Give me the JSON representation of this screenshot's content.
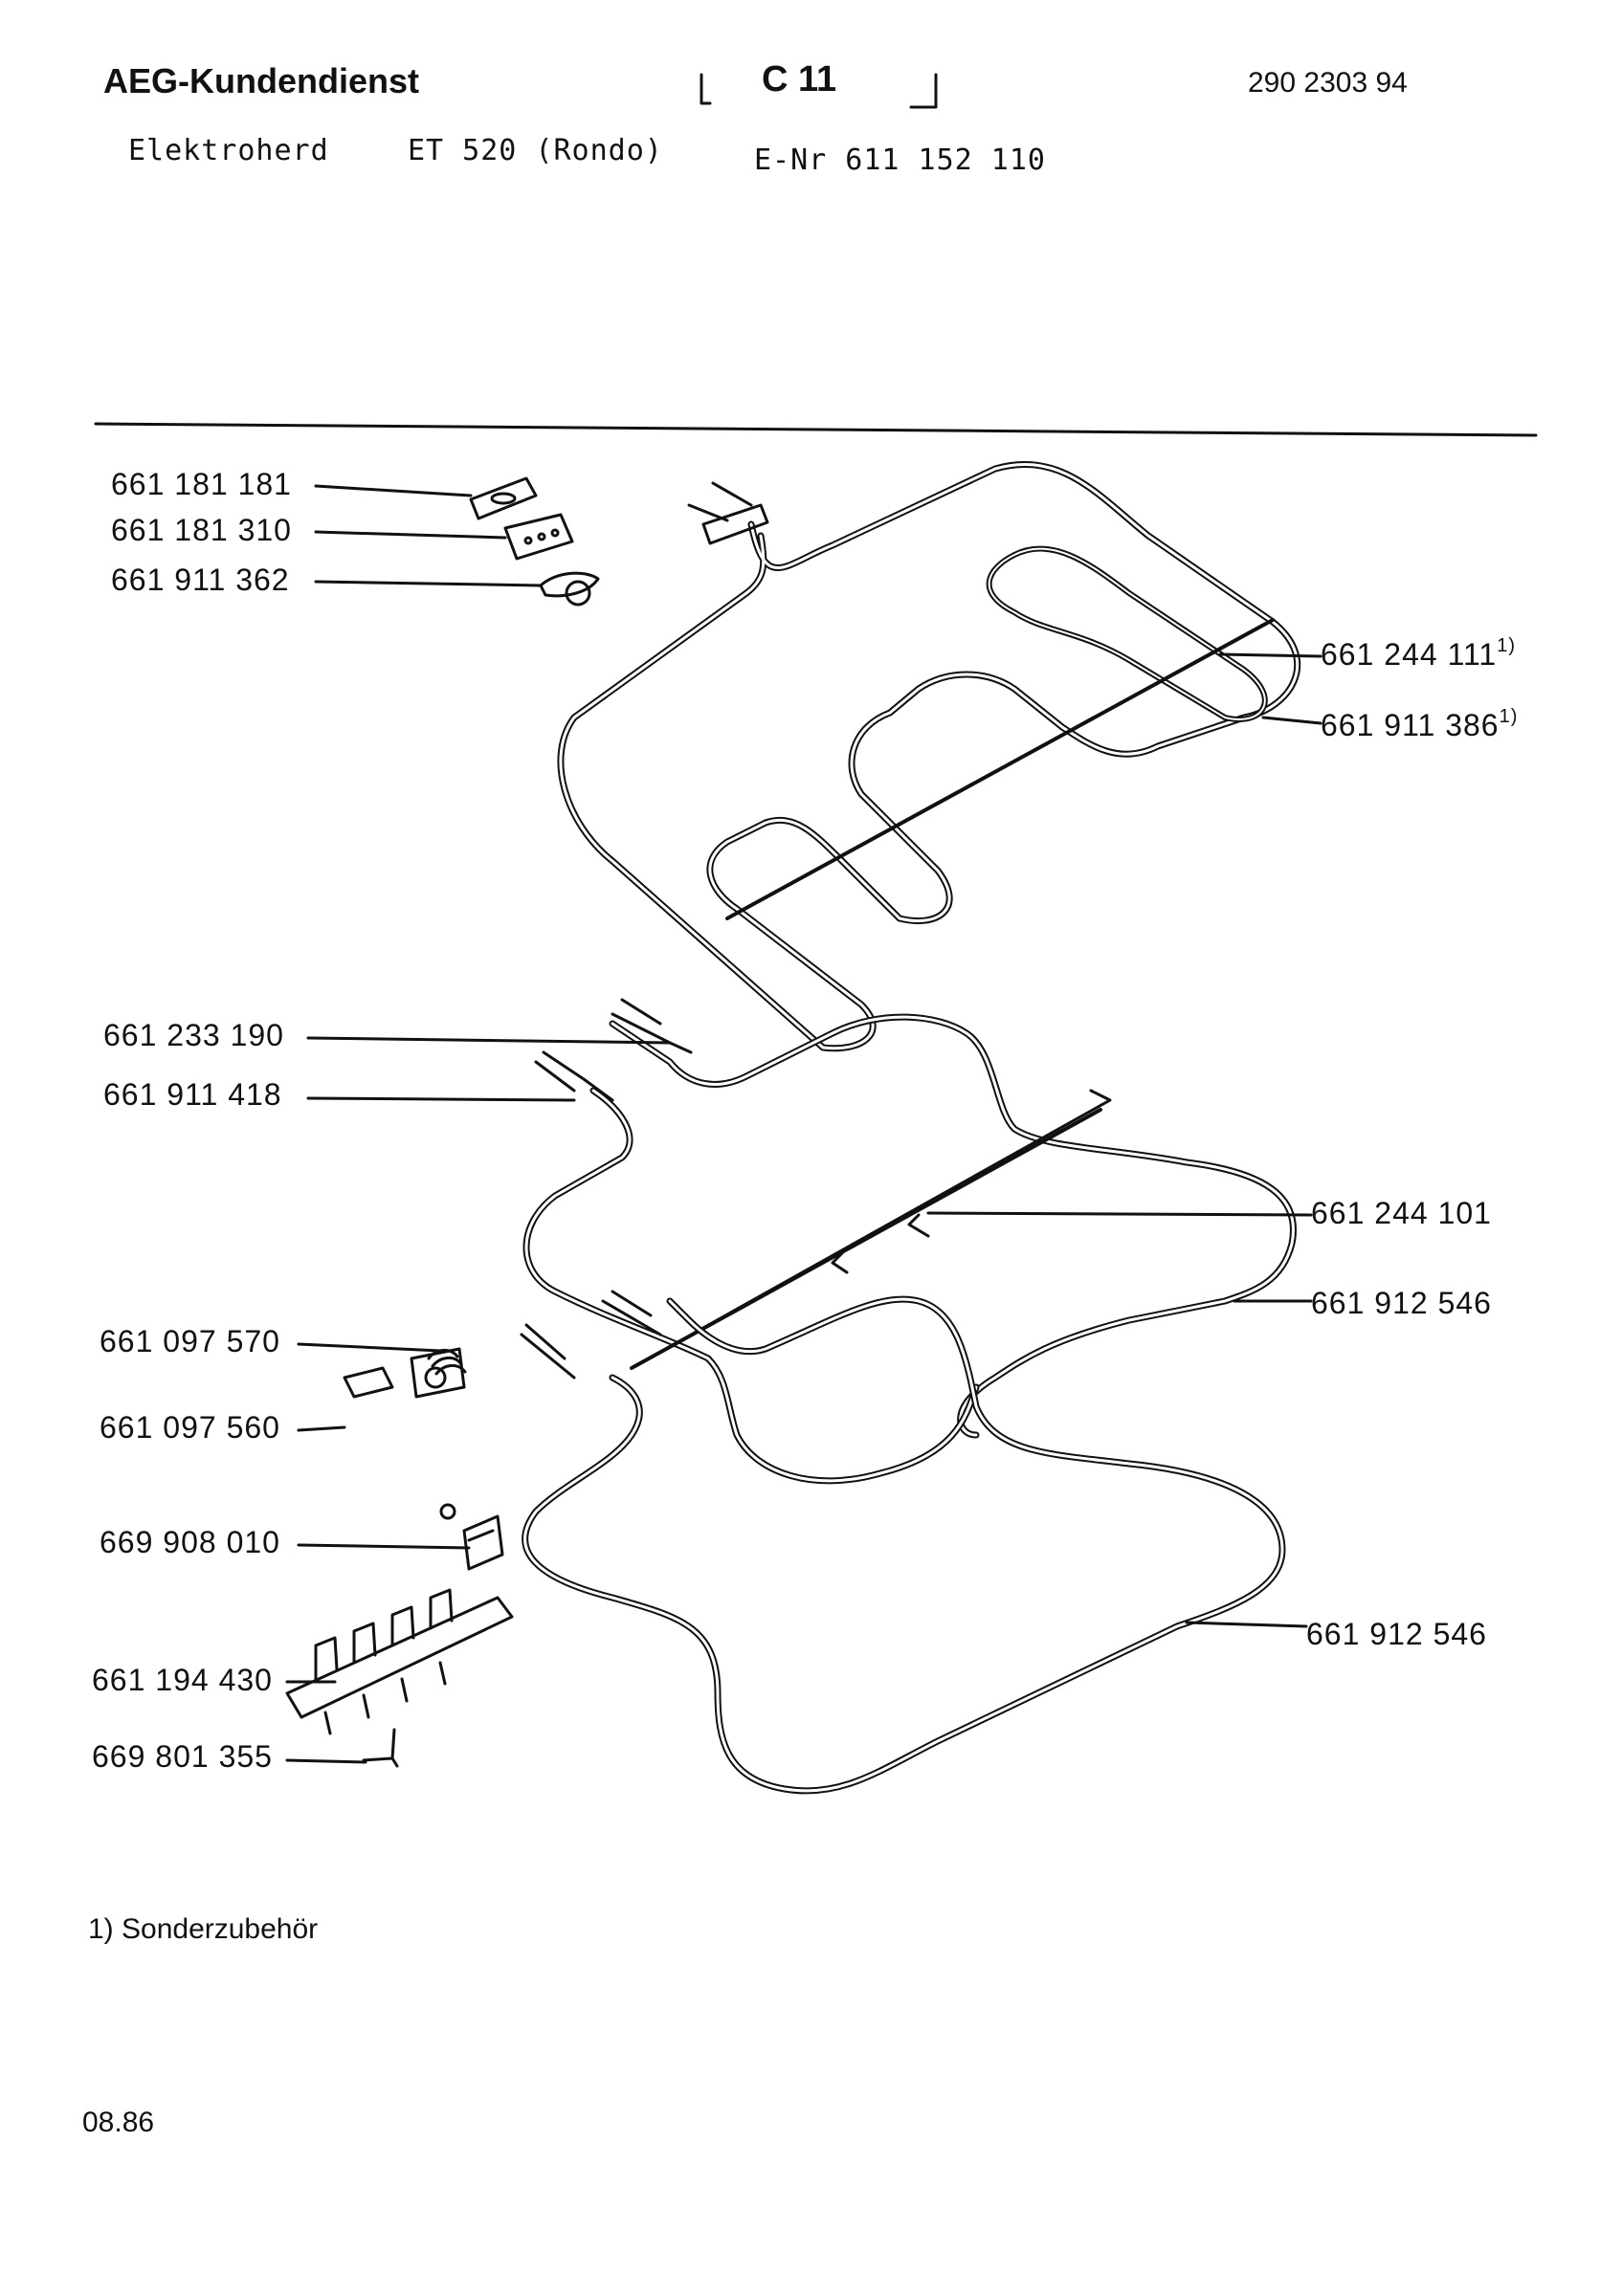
{
  "header": {
    "brand": "AEG-Kundendienst",
    "section": "C 11",
    "document_number": "290 2303 94",
    "appliance": "Elektroherd",
    "model": "ET 520 (Rondo)",
    "e_nr": "E-Nr 611 152 110"
  },
  "parts": {
    "p1": "661 181 181",
    "p2": "661 181 310",
    "p3": "661 911 362",
    "p4": "661 244 111",
    "p4_note": "1)",
    "p5": "661 911 386",
    "p5_note": "1)",
    "p6": "661 233 190",
    "p7": "661 911 418",
    "p8": "661 244 101",
    "p9": "661 912 546",
    "p10": "661 097 570",
    "p11": "661 097 560",
    "p12": "669 908 010",
    "p13": "661 194 430",
    "p14": "669 801 355",
    "p15": "661 912 546"
  },
  "footnote": "1) Sonderzubehör",
  "date": "08.86"
}
